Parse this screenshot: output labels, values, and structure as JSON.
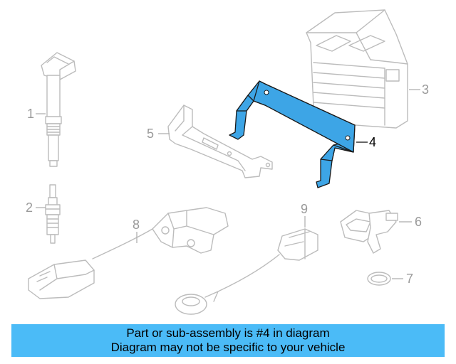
{
  "diagram": {
    "callouts": [
      {
        "id": "1",
        "label": "1"
      },
      {
        "id": "2",
        "label": "2"
      },
      {
        "id": "3",
        "label": "3"
      },
      {
        "id": "4",
        "label": "4"
      },
      {
        "id": "5",
        "label": "5"
      },
      {
        "id": "6",
        "label": "6"
      },
      {
        "id": "7",
        "label": "7"
      },
      {
        "id": "8",
        "label": "8"
      },
      {
        "id": "9",
        "label": "9"
      }
    ],
    "highlighted_part": "4",
    "highlight_color": "#3da5e6",
    "parts_color": "#bcbcbc"
  },
  "banner": {
    "line1": "Part or sub-assembly is #4 in diagram",
    "line2": "Diagram may not be specific to your vehicle",
    "background": "#4bbbf7"
  }
}
